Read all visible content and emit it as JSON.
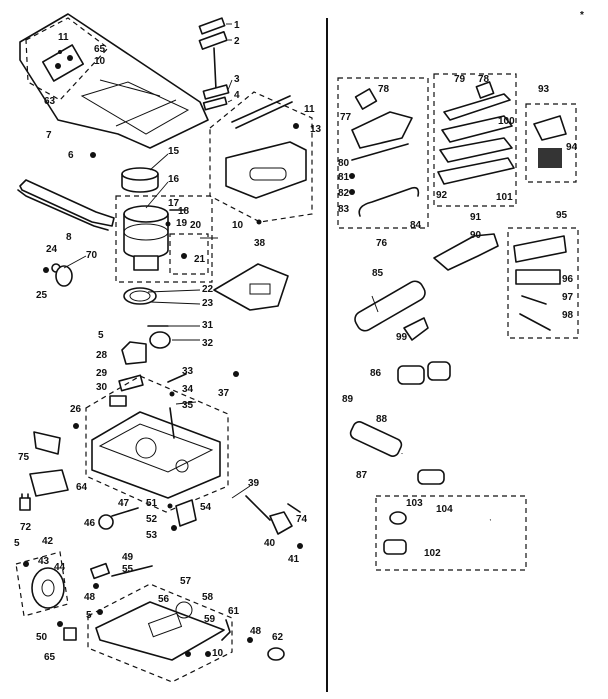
{
  "labels": [
    {
      "id": "l1",
      "text": "1"
    },
    {
      "id": "l2",
      "text": "2"
    },
    {
      "id": "l3",
      "text": "3"
    },
    {
      "id": "l4",
      "text": "4"
    },
    {
      "id": "l5a",
      "text": "5"
    },
    {
      "id": "l5b",
      "text": "5"
    },
    {
      "id": "l5c",
      "text": "5"
    },
    {
      "id": "l6",
      "text": "6"
    },
    {
      "id": "l7",
      "text": "7"
    },
    {
      "id": "l8",
      "text": "8"
    },
    {
      "id": "l10a",
      "text": "10"
    },
    {
      "id": "l10b",
      "text": "10"
    },
    {
      "id": "l10c",
      "text": "10"
    },
    {
      "id": "l11a",
      "text": "11"
    },
    {
      "id": "l11b",
      "text": "11"
    },
    {
      "id": "l13",
      "text": "13"
    },
    {
      "id": "l15",
      "text": "15"
    },
    {
      "id": "l16",
      "text": "16"
    },
    {
      "id": "l17",
      "text": "17"
    },
    {
      "id": "l18",
      "text": "18"
    },
    {
      "id": "l19",
      "text": "19"
    },
    {
      "id": "l20",
      "text": "20"
    },
    {
      "id": "l21",
      "text": "21"
    },
    {
      "id": "l22",
      "text": "22"
    },
    {
      "id": "l23",
      "text": "23"
    },
    {
      "id": "l24",
      "text": "24"
    },
    {
      "id": "l25",
      "text": "25"
    },
    {
      "id": "l26",
      "text": "26"
    },
    {
      "id": "l28",
      "text": "28"
    },
    {
      "id": "l29",
      "text": "29"
    },
    {
      "id": "l30",
      "text": "30"
    },
    {
      "id": "l31",
      "text": "31"
    },
    {
      "id": "l32",
      "text": "32"
    },
    {
      "id": "l33",
      "text": "33"
    },
    {
      "id": "l34",
      "text": "34"
    },
    {
      "id": "l35",
      "text": "35"
    },
    {
      "id": "l37",
      "text": "37"
    },
    {
      "id": "l38",
      "text": "38"
    },
    {
      "id": "l39",
      "text": "39"
    },
    {
      "id": "l40",
      "text": "40"
    },
    {
      "id": "l41",
      "text": "41"
    },
    {
      "id": "l42",
      "text": "42"
    },
    {
      "id": "l43",
      "text": "43"
    },
    {
      "id": "l44",
      "text": "44"
    },
    {
      "id": "l46",
      "text": "46"
    },
    {
      "id": "l47",
      "text": "47"
    },
    {
      "id": "l48a",
      "text": "48"
    },
    {
      "id": "l48b",
      "text": "48"
    },
    {
      "id": "l49",
      "text": "49"
    },
    {
      "id": "l50",
      "text": "50"
    },
    {
      "id": "l51",
      "text": "51"
    },
    {
      "id": "l52",
      "text": "52"
    },
    {
      "id": "l53",
      "text": "53"
    },
    {
      "id": "l54",
      "text": "54"
    },
    {
      "id": "l55",
      "text": "55"
    },
    {
      "id": "l56",
      "text": "56"
    },
    {
      "id": "l57",
      "text": "57"
    },
    {
      "id": "l58",
      "text": "58"
    },
    {
      "id": "l59",
      "text": "59"
    },
    {
      "id": "l61",
      "text": "61"
    },
    {
      "id": "l62",
      "text": "62"
    },
    {
      "id": "l63",
      "text": "63"
    },
    {
      "id": "l64",
      "text": "64"
    },
    {
      "id": "l65a",
      "text": "65"
    },
    {
      "id": "l65b",
      "text": "65"
    },
    {
      "id": "l70",
      "text": "70"
    },
    {
      "id": "l72",
      "text": "72"
    },
    {
      "id": "l74",
      "text": "74"
    },
    {
      "id": "l75",
      "text": "75"
    },
    {
      "id": "l76",
      "text": "76"
    },
    {
      "id": "l77",
      "text": "77"
    },
    {
      "id": "l78a",
      "text": "78"
    },
    {
      "id": "l78b",
      "text": "78"
    },
    {
      "id": "l79",
      "text": "79"
    },
    {
      "id": "l80",
      "text": "80"
    },
    {
      "id": "l81",
      "text": "81"
    },
    {
      "id": "l82",
      "text": "82"
    },
    {
      "id": "l83",
      "text": "83"
    },
    {
      "id": "l84",
      "text": "84"
    },
    {
      "id": "l85",
      "text": "85"
    },
    {
      "id": "l86",
      "text": "86"
    },
    {
      "id": "l87",
      "text": "87"
    },
    {
      "id": "l88",
      "text": "88"
    },
    {
      "id": "l89",
      "text": "89"
    },
    {
      "id": "l90",
      "text": "90"
    },
    {
      "id": "l91",
      "text": "91"
    },
    {
      "id": "l92",
      "text": "92"
    },
    {
      "id": "l93",
      "text": "93"
    },
    {
      "id": "l94",
      "text": "94"
    },
    {
      "id": "l95",
      "text": "95"
    },
    {
      "id": "l96",
      "text": "96"
    },
    {
      "id": "l97",
      "text": "97"
    },
    {
      "id": "l98",
      "text": "98"
    },
    {
      "id": "l99",
      "text": "99"
    },
    {
      "id": "l100",
      "text": "100"
    },
    {
      "id": "l101",
      "text": "101"
    },
    {
      "id": "l102",
      "text": "102"
    },
    {
      "id": "l103",
      "text": "103"
    },
    {
      "id": "l104",
      "text": "104"
    }
  ],
  "corner_mark": "*"
}
